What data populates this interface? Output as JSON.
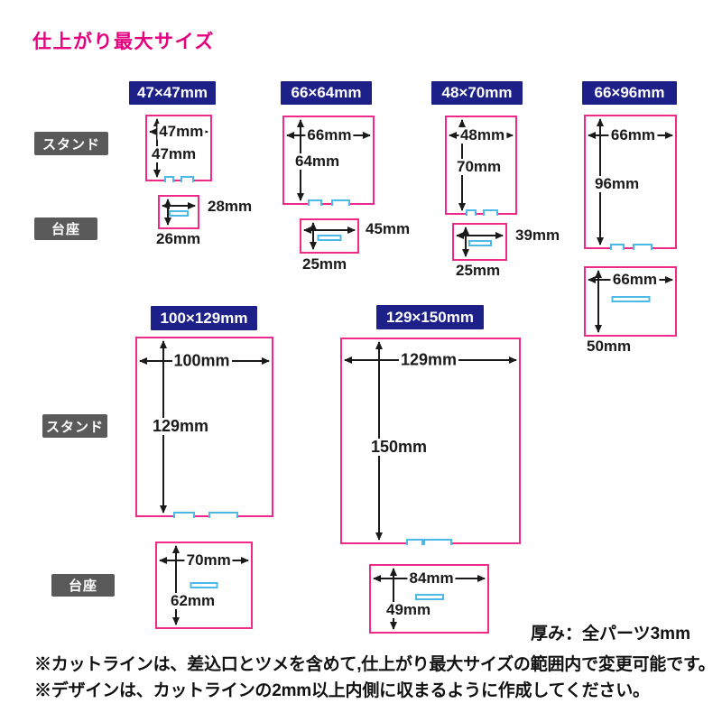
{
  "title": "仕上がり最大サイズ",
  "section_labels": {
    "stand": "スタンド",
    "base": "台座"
  },
  "sizes": [
    {
      "header": "47×47mm",
      "stand": {
        "width": "47mm",
        "height": "47mm"
      },
      "base": {
        "width": "28mm",
        "height": "26mm"
      }
    },
    {
      "header": "66×64mm",
      "stand": {
        "width": "66mm",
        "height": "64mm"
      },
      "base": {
        "width": "45mm",
        "height": "25mm"
      }
    },
    {
      "header": "48×70mm",
      "stand": {
        "width": "48mm",
        "height": "70mm"
      },
      "base": {
        "width": "39mm",
        "height": "25mm"
      }
    },
    {
      "header": "66×96mm",
      "stand": {
        "width": "66mm",
        "height": "96mm"
      },
      "base": {
        "width": "66mm",
        "height": "50mm"
      }
    },
    {
      "header": "100×129mm",
      "stand": {
        "width": "100mm",
        "height": "129mm"
      },
      "base": {
        "width": "70mm",
        "height": "62mm"
      }
    },
    {
      "header": "129×150mm",
      "stand": {
        "width": "129mm",
        "height": "150mm"
      },
      "base": {
        "width": "84mm",
        "height": "49mm"
      }
    }
  ],
  "thickness_note": "厚み：全パーツ3mm",
  "footnotes": [
    "※カットラインは、差込口とツメを含めて,仕上がり最大サイズの範囲内で変更可能です。",
    "※デザインは、カットラインの2mm以上内側に収まるように作成してください。"
  ],
  "colors": {
    "magenta": "#E4007F",
    "outline_pink": "#EE2A8B",
    "navy": "#1D2088",
    "label_gray": "#5A5A5A",
    "cutline_blue": "#4DB9E9",
    "ink": "#1A1A1A"
  }
}
